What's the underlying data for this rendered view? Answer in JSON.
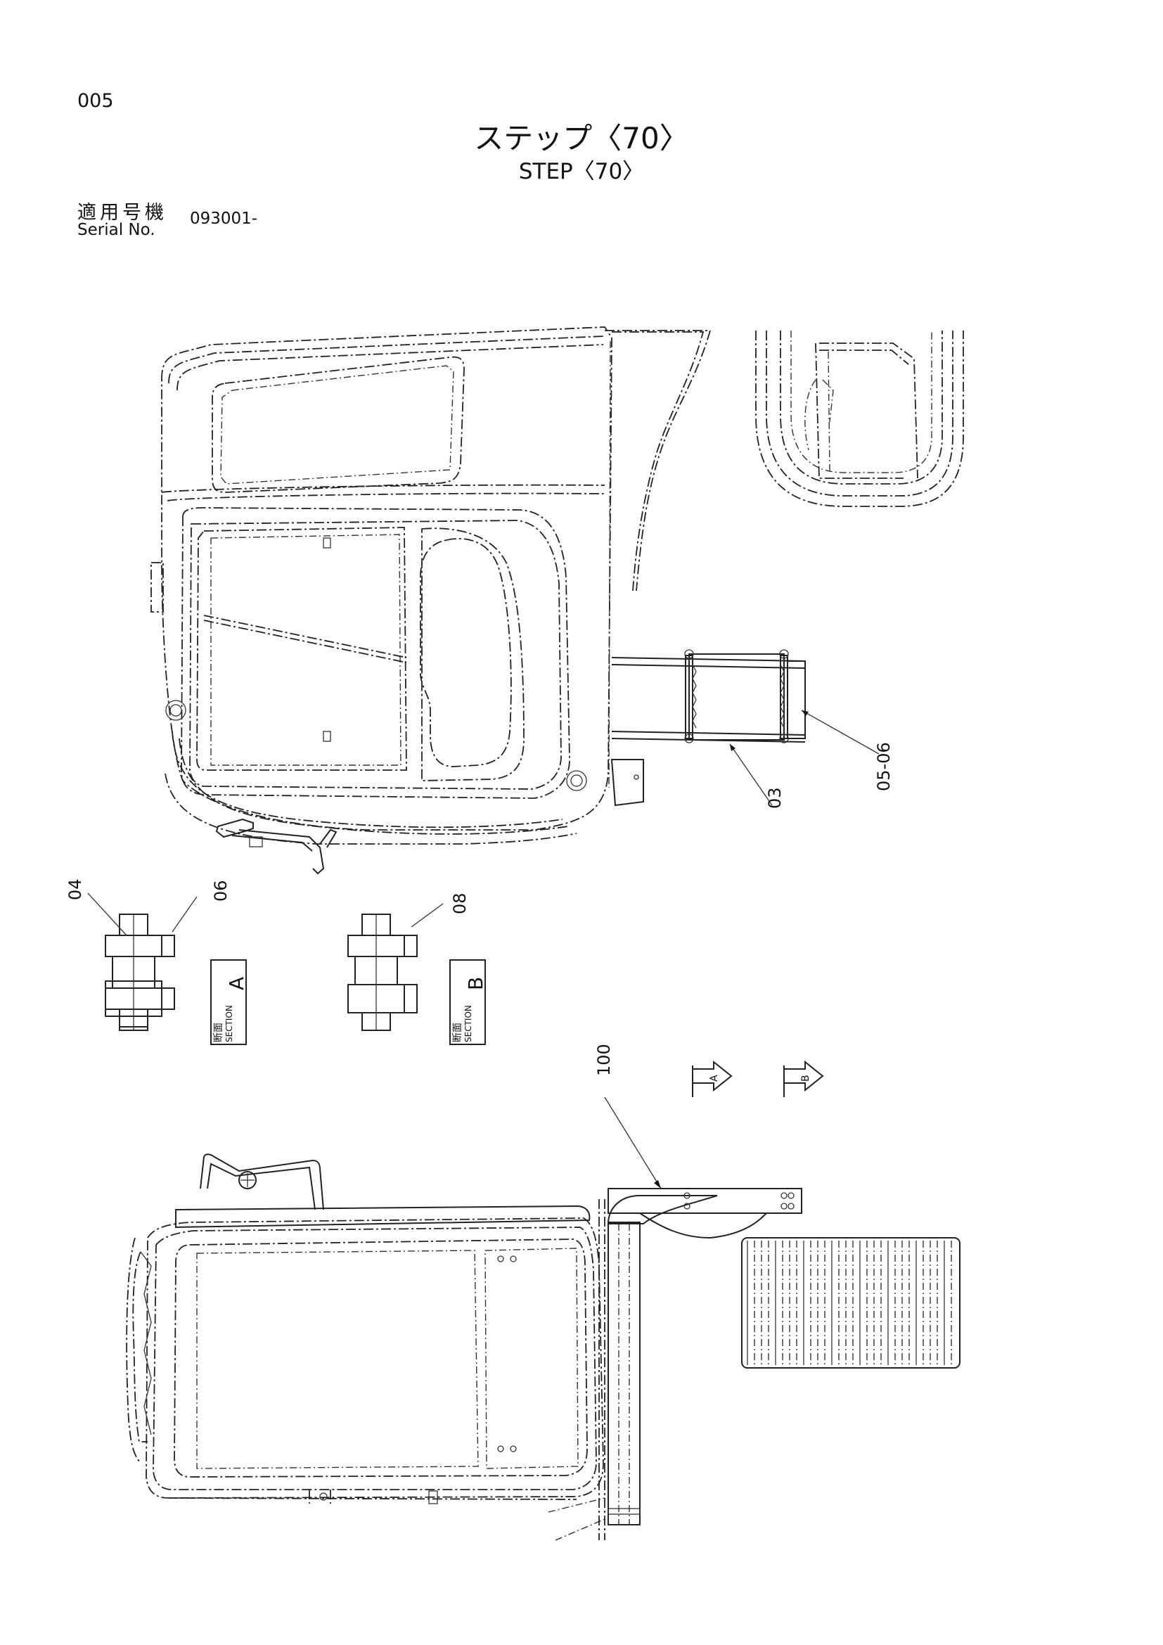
{
  "page_number": "005",
  "title": {
    "japanese": "ステップ〈70〉",
    "english": "STEP〈70〉"
  },
  "serial": {
    "label_japanese": "適用号機",
    "label_english": "Serial No.",
    "value": "093001-"
  },
  "callouts": {
    "c03": "03",
    "c04": "04",
    "c05_06": "05-06",
    "c06": "06",
    "c08": "08",
    "c100": "100"
  },
  "sections": {
    "a": {
      "kanji": "断面",
      "word": "SECTION",
      "letter": "A"
    },
    "b": {
      "kanji": "断面",
      "word": "SECTION",
      "letter": "B"
    }
  },
  "view_arrows": {
    "a": "A",
    "b": "B"
  },
  "icons": [
    "cab-side-view",
    "cab-top-view",
    "step-ladder",
    "bolt-stack",
    "section-arrow",
    "tread-plate"
  ]
}
